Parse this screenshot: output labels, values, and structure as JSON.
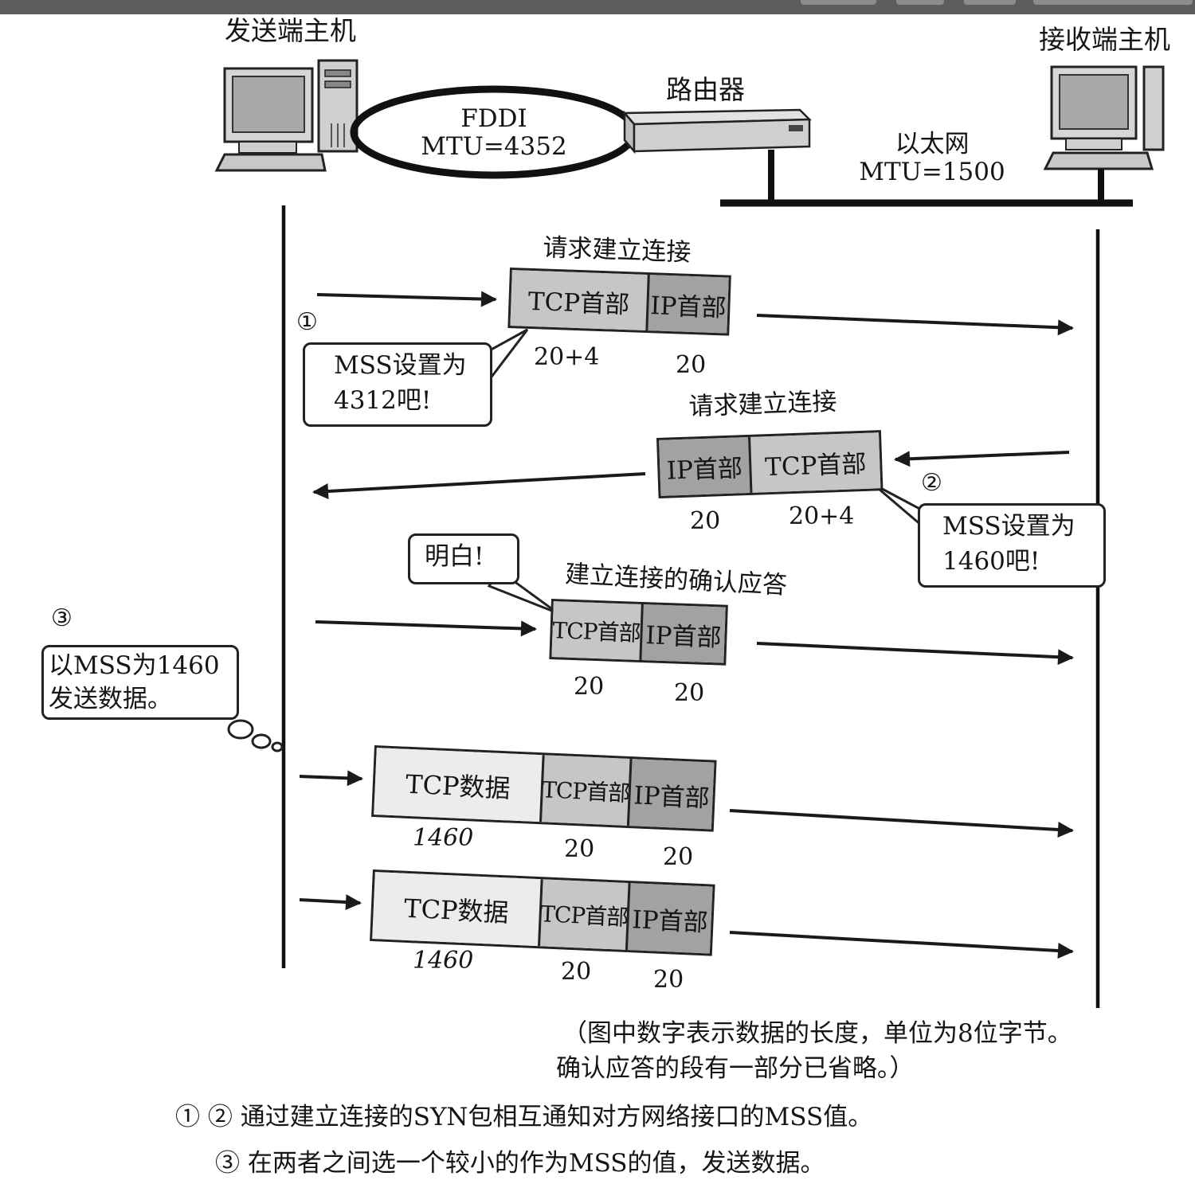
{
  "hosts": {
    "sender": "发送端主机",
    "receiver": "接收端主机",
    "router": "路由器"
  },
  "networks": {
    "fddi": {
      "name": "FDDI",
      "mtu": "MTU=4352"
    },
    "ethernet": {
      "name": "以太网",
      "mtu": "MTU=1500"
    }
  },
  "packets": [
    {
      "label": "请求建立连接",
      "segments": [
        {
          "text": "TCP首部",
          "size": "20+4"
        },
        {
          "text": "IP首部",
          "size": "20"
        }
      ]
    },
    {
      "label": "请求建立连接",
      "segments": [
        {
          "text": "IP首部",
          "size": "20"
        },
        {
          "text": "TCP首部",
          "size": "20+4"
        }
      ]
    },
    {
      "label": "建立连接的确认应答",
      "segments": [
        {
          "text": "TCP首部",
          "size": "20"
        },
        {
          "text": "IP首部",
          "size": "20"
        }
      ]
    },
    {
      "label": "",
      "segments": [
        {
          "text": "TCP数据",
          "size": "1460"
        },
        {
          "text": "TCP首部",
          "size": "20"
        },
        {
          "text": "IP首部",
          "size": "20"
        }
      ]
    },
    {
      "label": "",
      "segments": [
        {
          "text": "TCP数据",
          "size": "1460"
        },
        {
          "text": "TCP首部",
          "size": "20"
        },
        {
          "text": "IP首部",
          "size": "20"
        }
      ]
    }
  ],
  "steps": {
    "s1": "①",
    "s2": "②",
    "s3": "③"
  },
  "bubbles": {
    "b1": [
      "MSS设置为",
      "4312吧!"
    ],
    "b2": [
      "MSS设置为",
      "1460吧!"
    ],
    "ok": "明白!",
    "b3": [
      "以MSS为1460",
      "发送数据。"
    ]
  },
  "note": [
    "（图中数字表示数据的长度，单位为8位字节。",
    "确认应答的段有一部分已省略。）"
  ],
  "captions": [
    "① ② 通过建立连接的SYN包相互通知对方网络接口的MSS值。",
    "③ 在两者之间选一个较小的作为MSS的值，发送数据。"
  ]
}
